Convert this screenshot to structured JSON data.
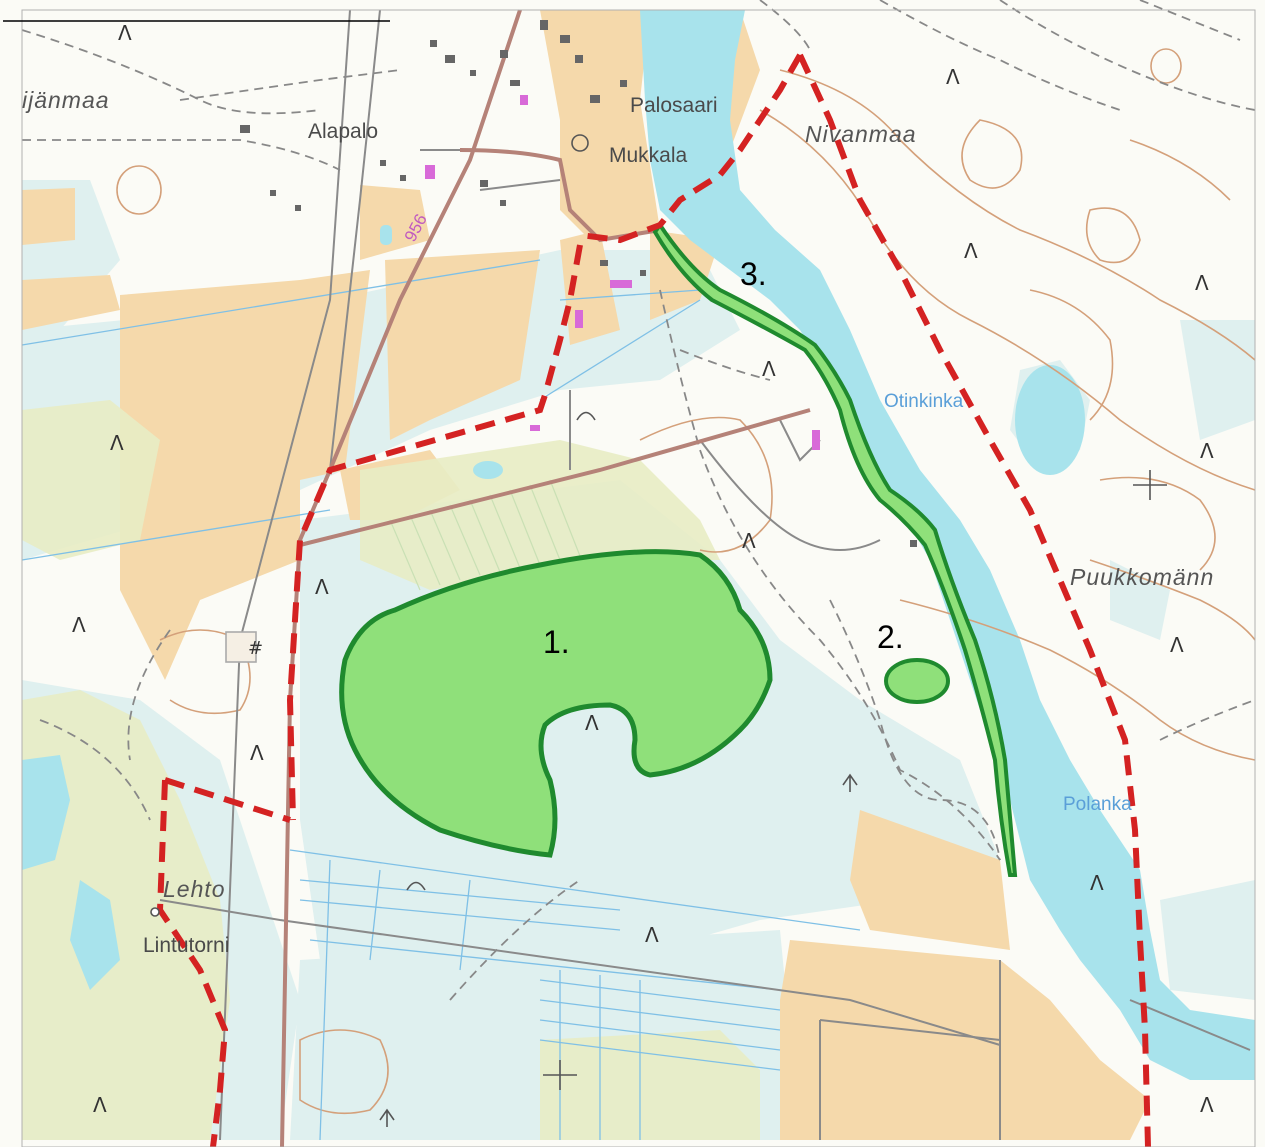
{
  "map": {
    "places": {
      "ijanmaa": "ijänmaa",
      "alapalo": "Alapalo",
      "palosaari": "Palosaari",
      "mukkala": "Mukkala",
      "nivanmaa": "Nivanmaa",
      "puukkomann": "Puukkomänn",
      "lehto": "Lehto",
      "lintutorni": "Lintutorni"
    },
    "water_labels": {
      "otinkinka": "Otinkinka",
      "polanka": "Polanka"
    },
    "road_number": "956",
    "area_labels": {
      "area1": "1.",
      "area2": "2.",
      "area3": "3."
    },
    "symbols": {
      "tree": "Λ",
      "grid": "#"
    },
    "colors": {
      "water": "#a8e3ec",
      "field": "#f5d9ab",
      "wetland": "#e9ecc8",
      "protected_area": "#8fe07a",
      "protected_outline": "#1f8a2e",
      "boundary": "#d42222",
      "contour": "#d4a07a",
      "road": "#b58278"
    }
  }
}
